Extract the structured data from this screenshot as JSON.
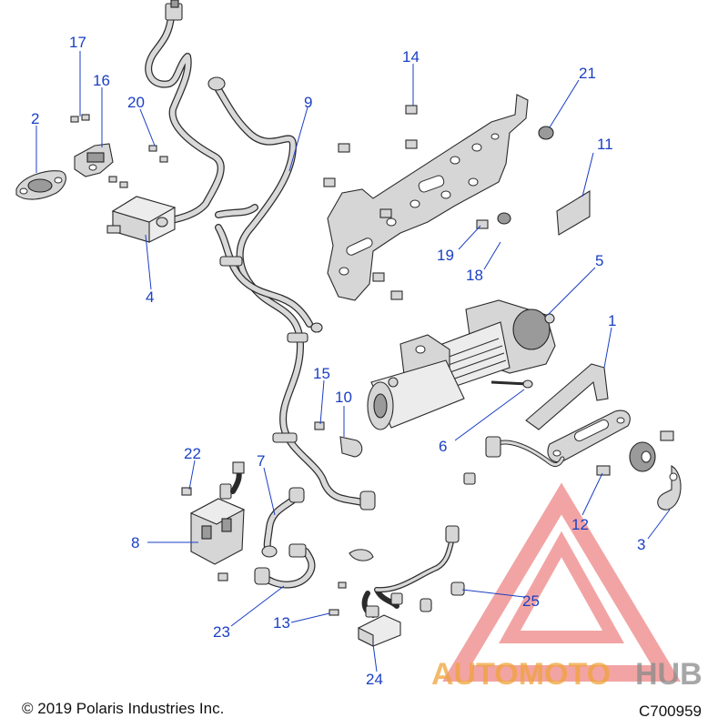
{
  "callouts": [
    "1",
    "2",
    "3",
    "4",
    "5",
    "6",
    "7",
    "8",
    "9",
    "10",
    "11",
    "12",
    "13",
    "14",
    "15",
    "16",
    "17",
    "18",
    "19",
    "20",
    "21",
    "22",
    "23",
    "24",
    "25"
  ],
  "footer": {
    "copyright": "© 2019 Polaris Industries Inc.",
    "diagram_code": "C700959"
  },
  "watermark": {
    "part1": "AUTOMOTO",
    "part2": "HUB",
    "color_primary": "#f0a33a",
    "color_secondary": "#8a8a8a",
    "triangle_color": "#e85a5a"
  },
  "colors": {
    "callout": "#1a3fc4",
    "line_art": "#2b2b2b"
  }
}
